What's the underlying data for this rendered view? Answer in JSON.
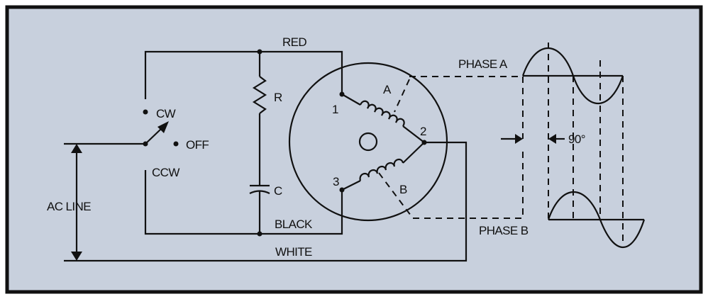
{
  "colors": {
    "background": "#c8d0dd",
    "frame": "#111111",
    "ink": "#111111"
  },
  "labels": {
    "red": "RED",
    "black": "BLACK",
    "white": "WHITE",
    "ac_line": "AC LINE",
    "cw": "CW",
    "off": "OFF",
    "ccw": "CCW",
    "resistor": "R",
    "capacitor": "C",
    "terminal_1": "1",
    "terminal_2": "2",
    "terminal_3": "3",
    "winding_a": "A",
    "winding_b": "B",
    "phase_a": "PHASE A",
    "phase_b": "PHASE B",
    "phase_shift": "90°"
  }
}
